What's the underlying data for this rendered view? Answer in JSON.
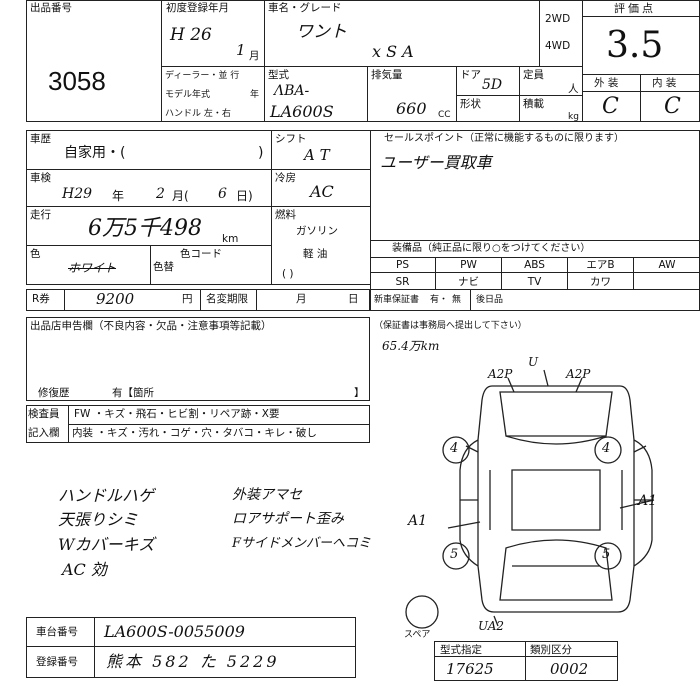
{
  "lot": {
    "label": "出品番号",
    "number": "3058"
  },
  "first_reg": {
    "label": "初度登録年月",
    "era": "H 26",
    "month_val": "1",
    "month_unit": "月"
  },
  "car_name": {
    "label": "車名・グレード",
    "name": "ワント",
    "grade": "x S A"
  },
  "drive": {
    "opt1": "2WD",
    "opt2": "4WD"
  },
  "score": {
    "label": "評価点",
    "value": "3.5",
    "ext_label": "外 装",
    "int_label": "内 装",
    "ext_value": "C",
    "int_value": "C"
  },
  "dealer": {
    "label": "ディーラー・並 行",
    "model_year_label": "モデル年式",
    "model_year_unit": "年",
    "handle_label": "ハンドル 左・右"
  },
  "model": {
    "label": "型式",
    "prefix": "ΛBA-",
    "code": "LA600S"
  },
  "displacement": {
    "label": "排気量",
    "value": "660",
    "unit": "CC"
  },
  "door": {
    "label": "ドア",
    "value": "5D",
    "shape_label": "形状"
  },
  "capacity": {
    "label": "定員",
    "unit": "人",
    "load_label": "積載",
    "load_unit": "kg"
  },
  "history": {
    "label": "車歴",
    "value": "自家用・(",
    "close": ")"
  },
  "shift": {
    "label": "シフト",
    "value": "A T"
  },
  "inspection": {
    "label": "車検",
    "year": "H29",
    "year_unit": "年",
    "month": "2",
    "month_unit": "月(",
    "day": "6",
    "day_unit": "日)"
  },
  "ac": {
    "label": "冷房",
    "value": "AC"
  },
  "mileage": {
    "label": "走行",
    "value": "6万5千498",
    "unit": "km"
  },
  "fuel": {
    "label": "燃料",
    "gas": "ガソリン",
    "light": "軽 油",
    "paren": "(           )"
  },
  "color": {
    "label": "色",
    "value": "ホワイト",
    "change_label": "色替",
    "code_label": "色コード"
  },
  "sales_point": {
    "label": "セールスポイント（正常に機能するものに限ります）",
    "text": "ユーザー買取車"
  },
  "equipment": {
    "label": "装備品（純正品に限り○をつけてください）",
    "row1": [
      "PS",
      "PW",
      "ABS",
      "エアB",
      "AW"
    ],
    "row2": [
      "SR",
      "ナビ",
      "TV",
      "カワ",
      ""
    ]
  },
  "recycle": {
    "label": "R券",
    "value": "9200",
    "unit": "円",
    "name_change_label": "名変期限",
    "month_unit": "月",
    "day_unit": "日"
  },
  "warranty": {
    "label": "新車保証書",
    "ari": "有・",
    "nashi": "無",
    "date_label": "後日品",
    "note": "（保証書は事務局へ提出して下さい）",
    "note_hw": "65.4万km"
  },
  "declaration": {
    "label": "出品店申告欄（不良内容・欠品・注意事項等記載）",
    "repair_label": "修復歴",
    "repair_value": "有【箇所"
  },
  "inspector": {
    "label1": "検査員",
    "label2": "記入欄",
    "row1": "FW ・キズ・飛石・ヒビ割・リペア跡・X要",
    "row2": "内装 ・キズ・汚れ・コゲ・穴・タバコ・キレ・破し"
  },
  "notes": {
    "l1": "ハンドルハゲ",
    "l2": "天張りシミ",
    "l3": "Wカバーキズ",
    "l4": "AC 効",
    "r1": "外装アマセ",
    "r2": "ロアサポート歪み",
    "r3": "Fサイドメンバーへコミ"
  },
  "diagram": {
    "m1": "A2P",
    "m2": "U",
    "m3": "A2P",
    "m4": "A1",
    "m5": "A1",
    "m6": "UA2",
    "n4l": "4",
    "n4r": "4",
    "n5l": "5",
    "n5r": "5",
    "spare": "スペア"
  },
  "chassis": {
    "label": "車台番号",
    "value": "LA600S-0055009"
  },
  "registration": {
    "label": "登録番号",
    "value": "熊本 582 た 5229"
  },
  "type_code": {
    "label": "型式指定",
    "value": "17625"
  },
  "class_code": {
    "label": "類別区分",
    "value": "0002"
  }
}
